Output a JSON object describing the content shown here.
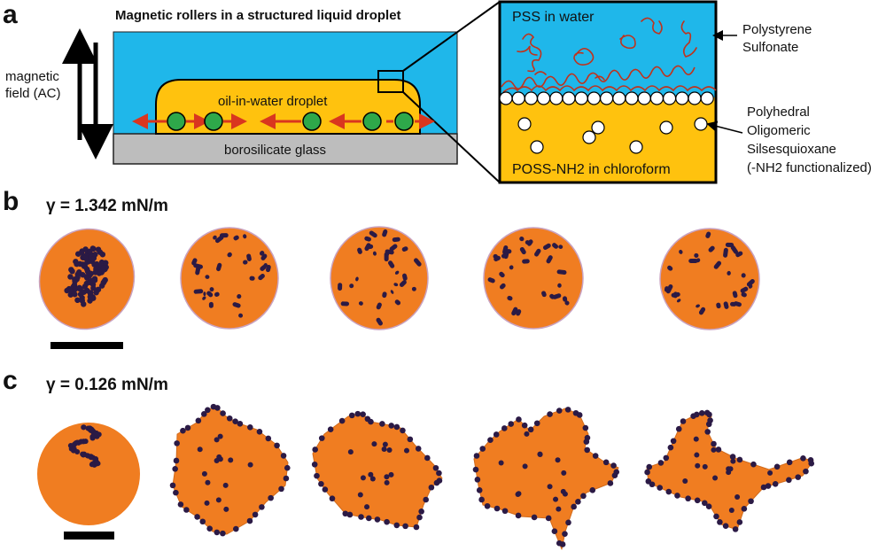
{
  "panel_a": {
    "letter": "a",
    "title": "Magnetic rollers in a structured liquid droplet",
    "field_label_line1": "magnetic",
    "field_label_line2": "field (AC)",
    "droplet_label": "oil-in-water droplet",
    "substrate_label": "borosilicate glass",
    "inset_top_label": "PSS in water",
    "inset_bottom_label": "POSS-NH2 in chloroform",
    "callout_pss_line1": "Polystyrene",
    "callout_pss_line2": "Sulfonate",
    "callout_poss_line1": "Polyhedral",
    "callout_poss_line2": "Oligomeric",
    "callout_poss_line3": "Silsesquioxane",
    "callout_poss_line4": "(-NH2 functionalized)"
  },
  "panel_b": {
    "letter": "b",
    "gamma": "γ = 1.342 mN/m"
  },
  "panel_c": {
    "letter": "c",
    "gamma": "γ = 0.126 mN/m"
  },
  "colors": {
    "water": "#1fb7ea",
    "oil": "#ffc20e",
    "roller": "#2ea84a",
    "arrow": "#d9361f",
    "glass": "#bdbdbd",
    "droplet_photo": "#f07d21",
    "particle": "#2b1a45"
  }
}
